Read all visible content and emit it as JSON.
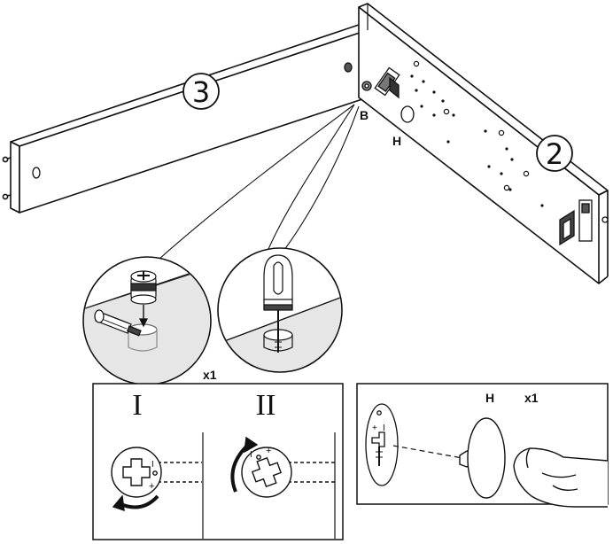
{
  "labels": {
    "step_panel_3": "3",
    "step_panel_2": "2",
    "part_b": "B",
    "part_h": "H",
    "qty_left": "x1",
    "qty_right": "x1",
    "part_h_box": "H",
    "step_one": "I",
    "step_two": "II"
  },
  "icons": {
    "cam_lock": "cam-lock-icon",
    "screwdriver": "screwdriver-icon",
    "dowel": "dowel-icon",
    "knob": "knob-icon",
    "hand": "hand-icon",
    "rotate_arrow": "rotate-arrow-icon"
  }
}
